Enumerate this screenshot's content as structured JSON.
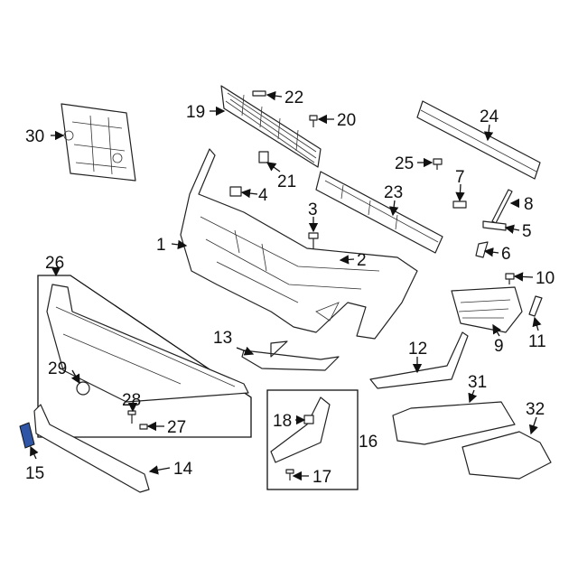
{
  "diagram": {
    "title": "Front bumper assembly parts diagram",
    "callouts": [
      "1",
      "2",
      "3",
      "4",
      "5",
      "6",
      "7",
      "8",
      "9",
      "10",
      "11",
      "12",
      "13",
      "14",
      "15",
      "16",
      "17",
      "18",
      "19",
      "20",
      "21",
      "22",
      "23",
      "24",
      "25",
      "26",
      "27",
      "28",
      "29",
      "30",
      "31",
      "32"
    ],
    "highlight_color": "#2f56a6"
  }
}
